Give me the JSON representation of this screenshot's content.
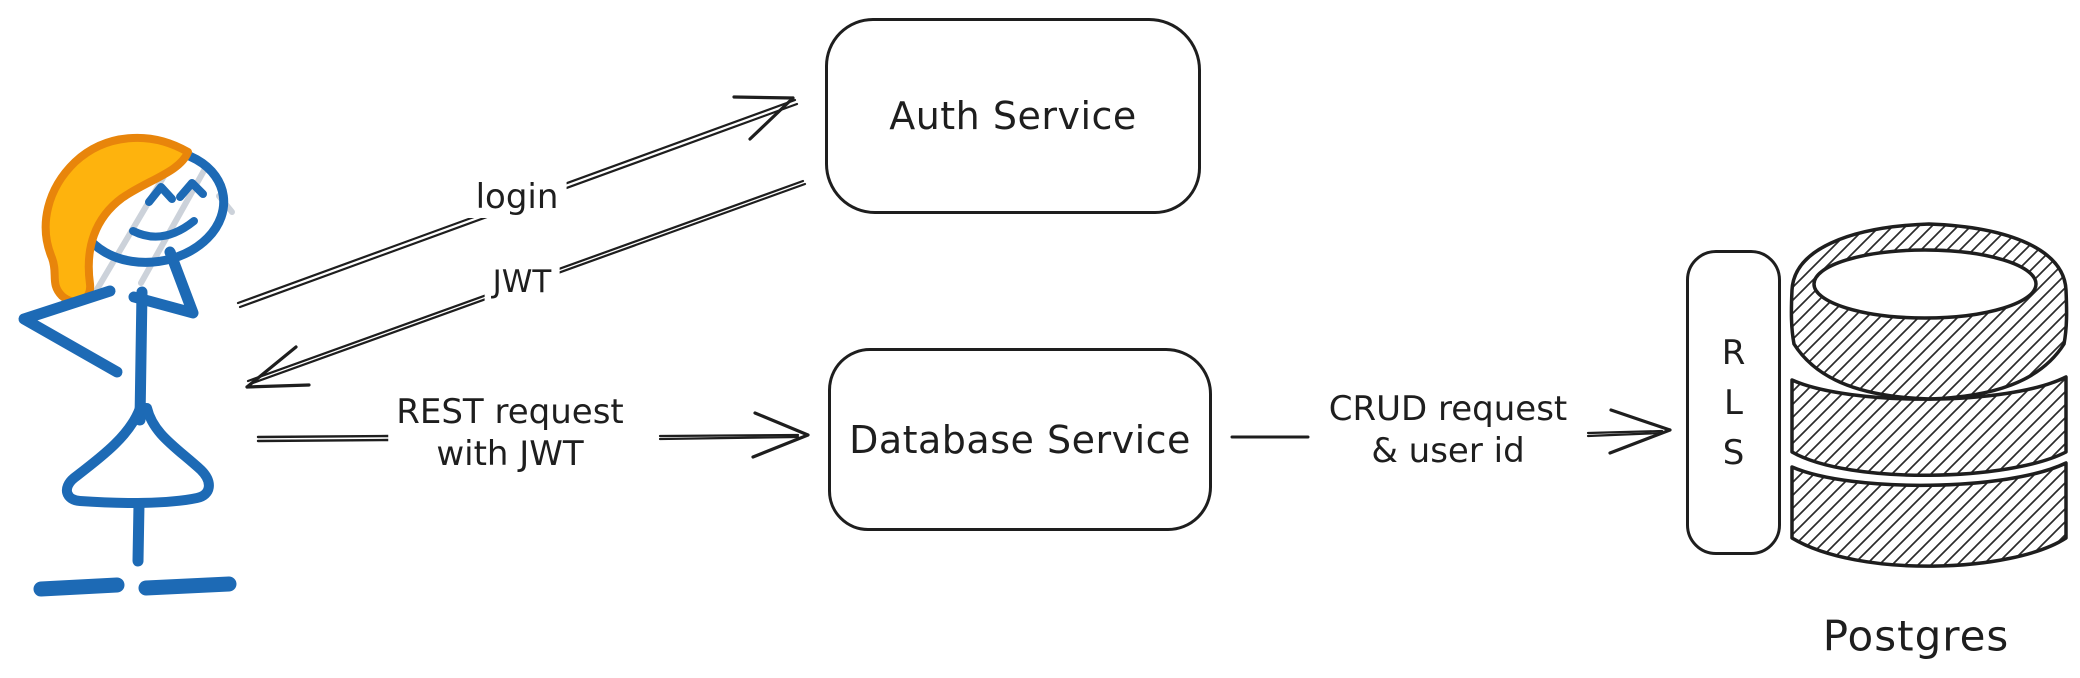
{
  "actor": {
    "name": "user"
  },
  "nodes": {
    "auth": {
      "label": "Auth Service"
    },
    "db": {
      "label": "Database Service"
    },
    "rls": {
      "letters": [
        "R",
        "L",
        "S"
      ]
    },
    "postgres": {
      "label": "Postgres"
    }
  },
  "edges": {
    "login": {
      "label": "login"
    },
    "jwt": {
      "label": "JWT"
    },
    "rest": {
      "line1": "REST request",
      "line2": "with JWT"
    },
    "crud": {
      "line1": "CRUD request",
      "line2": "& user id"
    }
  },
  "colors": {
    "ink": "#1e1e1e",
    "figure_blue": "#1d6ab5",
    "hair_stroke": "#e8850b",
    "hair_fill": "#feb30d",
    "dress_fill": "#fcb414",
    "sketch_gray": "#ccd2da",
    "background": "#ffffff"
  }
}
